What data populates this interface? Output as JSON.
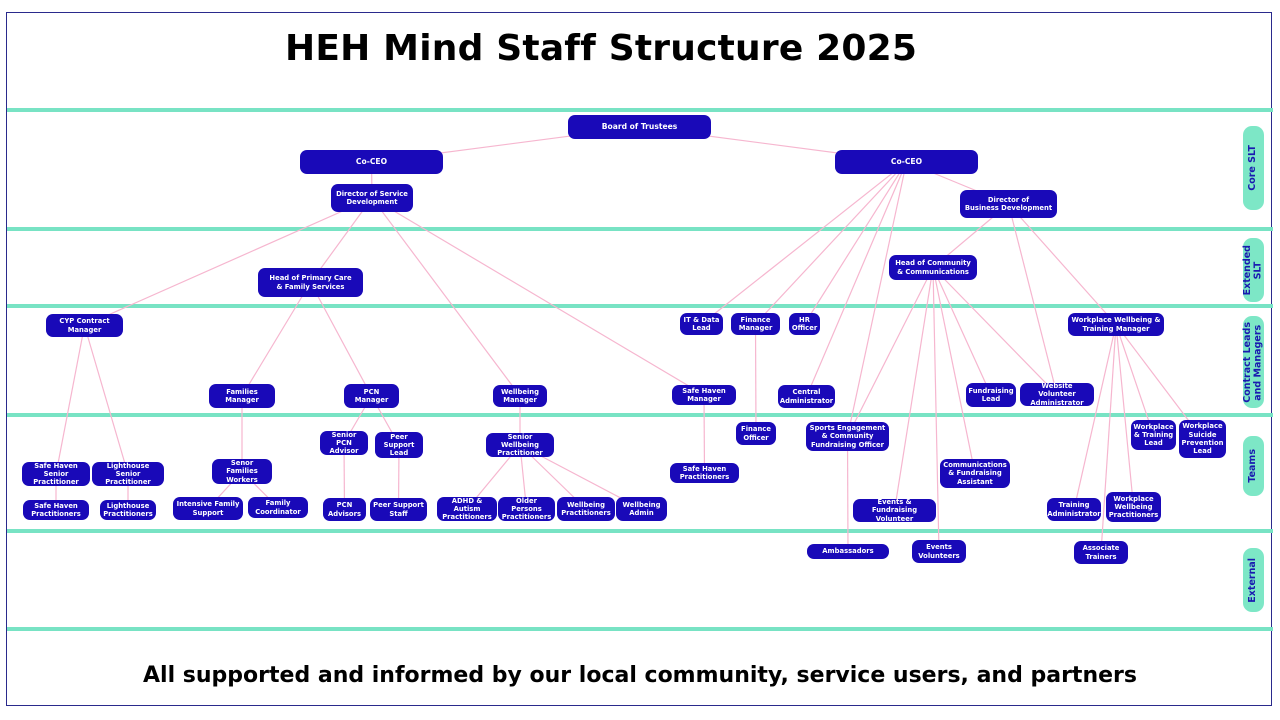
{
  "title": "HEH Mind Staff Structure 2025",
  "footer": "All supported and informed by our local community, service users, and partners",
  "colors": {
    "band": "#78e3c4",
    "node": "#1909b8",
    "link": "#f6b6cf",
    "label_bg": "#7de7c6",
    "label_text": "#1a1ab0"
  },
  "tiers": {
    "core_slt": "Core SLT",
    "extended_slt": "Extended\nSLT",
    "contract_leads": "Contract Leads\nand Managers",
    "teams": "Teams",
    "external": "External"
  },
  "nodes": {
    "board": "Board of Trustees",
    "coceo1": "Co-CEO",
    "coceo2": "Co-CEO",
    "dir_service": "Director of Service\nDevelopment",
    "dir_business": "Director of\nBusiness Development",
    "head_primary": "Head of Primary Care\n& Family Services",
    "head_community": "Head of Community\n& Communications",
    "cyp": "CYP Contract\nManager",
    "it_data": "IT & Data\nLead",
    "finance_mgr": "Finance\nManager",
    "hr": "HR\nOfficer",
    "workplace_mgr": "Workplace Wellbeing &\nTraining Manager",
    "families_mgr": "Families\nManager",
    "pcn_mgr": "PCN\nManager",
    "wellbeing_mgr": "Wellbeing\nManager",
    "safehaven_mgr": "Safe Haven\nManager",
    "central_admin": "Central\nAdministrator",
    "fundraising_lead": "Fundraising\nLead",
    "website_admin": "Website Volunteer\nAdministrator",
    "finance_officer": "Finance\nOfficer",
    "sh_senior": "Safe Haven Senior\nPractitioner",
    "lh_senior": "Lighthouse Senior\nPractitioner",
    "sh_pract": "Safe Haven\nPractitioners",
    "lh_pract": "Lighthouse\nPractitioners",
    "senior_families": "Senor Families\nWorkers",
    "intensive_family": "Intensive Family\nSupport",
    "family_coord": "Family\nCoordinator",
    "senior_pcn": "Senior PCN\nAdvisor",
    "peer_lead": "Peer Support\nLead",
    "pcn_advisors": "PCN\nAdvisors",
    "peer_staff": "Peer Support\nStaff",
    "senior_wellbeing": "Senior Wellbeing\nPractitioner",
    "adhd": "ADHD & Autism\nPractitioners",
    "older": "Older Persons\nPractitioners",
    "wellbeing_pract": "Wellbeing\nPractitioners",
    "wellbeing_admin": "Wellbeing\nAdmin",
    "sh_pract2": "Safe Haven\nPractitioners",
    "sports": "Sports Engagement\n& Community\nFundraising Officer",
    "events_vol": "Events & Fundraising\nVolunteer",
    "comms_assistant": "Communications\n& Fundraising\nAssistant",
    "workplace_training_lead": "Workplace\n& Training\nLead",
    "suicide_lead": "Workplace\nSuicide\nPrevention\nLead",
    "training_admin": "Training\nAdministrator",
    "workplace_pract": "Workplace\nWellbeing\nPractitioners",
    "ambassadors": "Ambassadors",
    "events_volunteers": "Events\nVolunteers",
    "associate_trainers": "Associate\nTrainers"
  }
}
